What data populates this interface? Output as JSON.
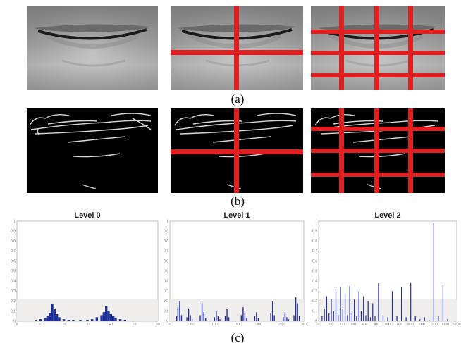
{
  "row_a": {
    "caption": "(a)"
  },
  "row_b": {
    "caption": "(b)"
  },
  "row_c": {
    "caption": "(c)"
  },
  "colors": {
    "grid_line": "#e02020",
    "bar": "#1f2f9a",
    "edge_bg": "#000000",
    "edge_stroke": "#d8d8d8"
  },
  "chart_data": [
    {
      "type": "bar",
      "title": "Level 0",
      "xlim": [
        0,
        60
      ],
      "ylim": [
        0,
        1
      ],
      "yticks": [
        "0",
        "0.1",
        "0.2",
        "0.3",
        "0.4",
        "0.5",
        "0.6",
        "0.7",
        "0.8",
        "0.9",
        "1"
      ],
      "xticks": [
        "0",
        "10",
        "20",
        "30",
        "40",
        "50",
        "60"
      ],
      "x": [
        8,
        10,
        12,
        13,
        14,
        15,
        16,
        17,
        18,
        20,
        22,
        24,
        27,
        30,
        32,
        34,
        36,
        37,
        38,
        39,
        40,
        41,
        42,
        44,
        46
      ],
      "values": [
        0.01,
        0.02,
        0.03,
        0.05,
        0.08,
        0.17,
        0.12,
        0.07,
        0.04,
        0.02,
        0.01,
        0.01,
        0.01,
        0.01,
        0.02,
        0.04,
        0.06,
        0.09,
        0.15,
        0.1,
        0.07,
        0.05,
        0.03,
        0.02,
        0.01
      ]
    },
    {
      "type": "bar",
      "title": "Level 1",
      "xlim": [
        0,
        300
      ],
      "ylim": [
        0,
        1
      ],
      "yticks": [
        "0",
        "0.1",
        "0.2",
        "0.3",
        "0.4",
        "0.5",
        "0.6",
        "0.7",
        "0.8",
        "0.9",
        "1"
      ],
      "xticks": [
        "0",
        "50",
        "100",
        "150",
        "200",
        "250",
        "300"
      ],
      "x": [
        15,
        18,
        22,
        26,
        38,
        42,
        46,
        50,
        68,
        72,
        76,
        80,
        100,
        104,
        108,
        112,
        124,
        128,
        132,
        160,
        164,
        168,
        172,
        190,
        194,
        198,
        226,
        230,
        234,
        254,
        258,
        262,
        266,
        278,
        282,
        286,
        290
      ],
      "values": [
        0.05,
        0.14,
        0.2,
        0.06,
        0.04,
        0.12,
        0.06,
        0.02,
        0.06,
        0.18,
        0.09,
        0.03,
        0.04,
        0.1,
        0.05,
        0.02,
        0.05,
        0.12,
        0.04,
        0.06,
        0.14,
        0.08,
        0.03,
        0.05,
        0.09,
        0.03,
        0.08,
        0.2,
        0.06,
        0.04,
        0.09,
        0.04,
        0.02,
        0.06,
        0.24,
        0.18,
        0.05
      ]
    },
    {
      "type": "bar",
      "title": "Level 2",
      "xlim": [
        0,
        1200
      ],
      "ylim": [
        0,
        1
      ],
      "yticks": [
        "0",
        "0.1",
        "0.2",
        "0.3",
        "0.4",
        "0.5",
        "0.6",
        "0.7",
        "0.8",
        "0.9",
        "1"
      ],
      "xticks": [
        "0",
        "100",
        "200",
        "300",
        "400",
        "500",
        "600",
        "700",
        "800",
        "900",
        "1000",
        "1100",
        "1200"
      ],
      "x": [
        30,
        50,
        70,
        90,
        110,
        130,
        150,
        170,
        190,
        210,
        230,
        250,
        270,
        290,
        310,
        330,
        350,
        370,
        390,
        410,
        430,
        450,
        470,
        490,
        520,
        560,
        600,
        640,
        680,
        720,
        760,
        800,
        840,
        880,
        920,
        960,
        1000,
        1040,
        1080,
        1120
      ],
      "values": [
        0.05,
        0.12,
        0.25,
        0.08,
        0.22,
        0.1,
        0.32,
        0.06,
        0.34,
        0.12,
        0.28,
        0.06,
        0.35,
        0.08,
        0.22,
        0.05,
        0.3,
        0.1,
        0.25,
        0.06,
        0.2,
        0.04,
        0.18,
        0.05,
        0.38,
        0.06,
        0.04,
        0.3,
        0.05,
        0.34,
        0.04,
        0.38,
        0.05,
        0.02,
        0.04,
        0.01,
        0.98,
        0.05,
        0.36,
        0.02
      ]
    }
  ]
}
